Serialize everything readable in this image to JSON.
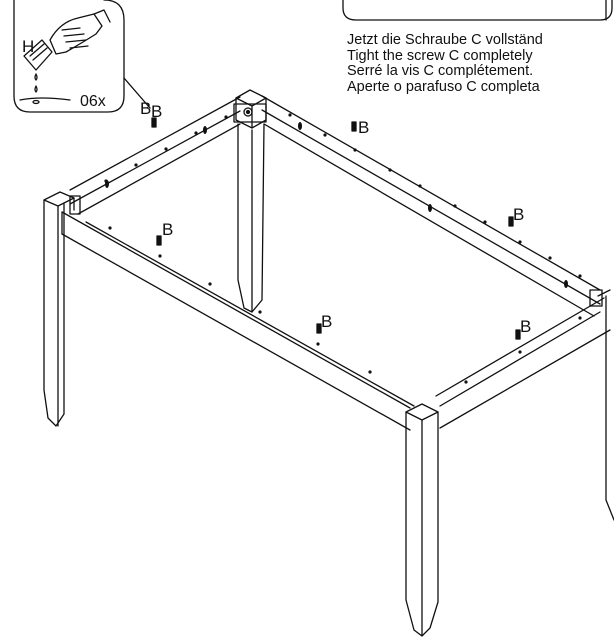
{
  "inset": {
    "part_letter": "H",
    "quantity": "06x",
    "pointer_label": "B"
  },
  "instructions": [
    "Jetzt die Schraube C vollständ",
    "Tight the screw C completely",
    "Serré la vis C complétement.",
    "Aperte o parafuso C completa"
  ],
  "screw_label": "B",
  "colors": {
    "line": "#111111",
    "background": "#ffffff"
  }
}
